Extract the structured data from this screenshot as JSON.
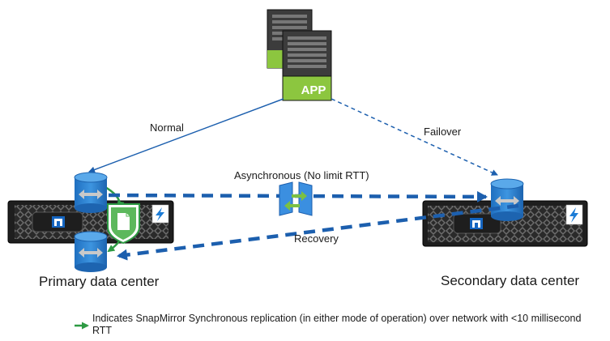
{
  "labels": {
    "normal": "Normal",
    "failover": "Failover",
    "asynchronous": "Asynchronous (No limit RTT)",
    "recovery": "Recovery",
    "primary_dc": "Primary data center",
    "secondary_dc": "Secondary data center",
    "app": "APP"
  },
  "legend": {
    "text": "Indicates SnapMirror Synchronous replication (in either mode of operation) over network with <10 millisecond RTT"
  },
  "colors": {
    "arrow_blue": "#1c5fae",
    "cylinder_blue": "#2f86d6",
    "sync_green": "#2d9a43",
    "app_green": "#8cc63f",
    "chassis_dark": "#1e1e1e",
    "logo_blue": "#1565c0"
  },
  "icons": {
    "app_server": "server-stack-icon",
    "volume": "database-cylinder-icon",
    "storage_system": "storage-array-icon",
    "snapmirror": "shield-document-icon",
    "async_replication": "replication-arrows-icon",
    "logo": "netapp-logo-icon",
    "power": "lightning-bolt-icon"
  }
}
